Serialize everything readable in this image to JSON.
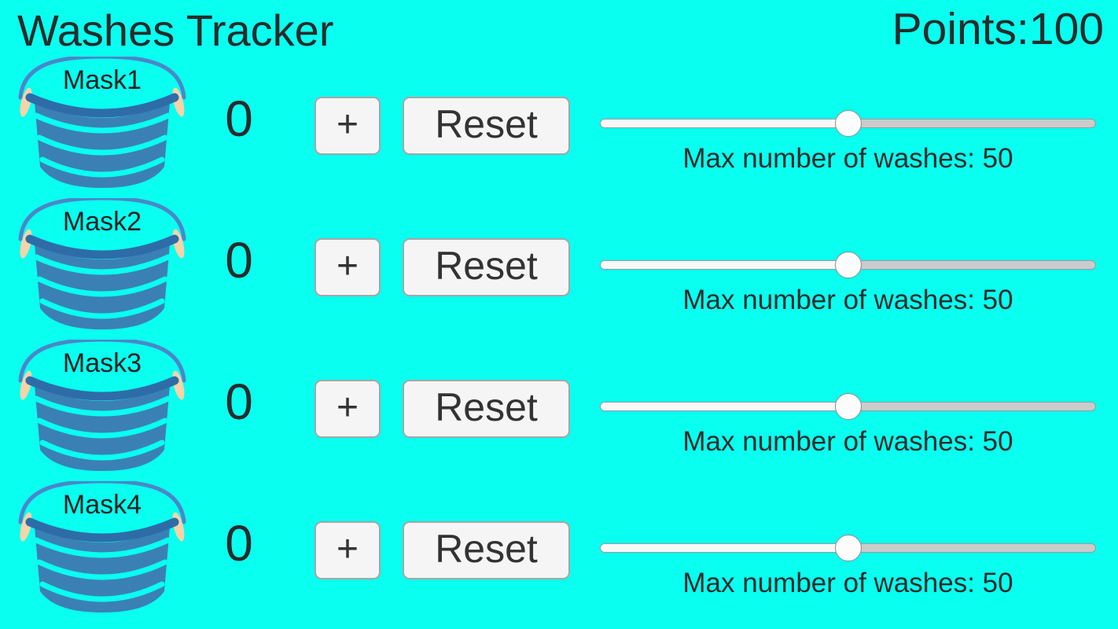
{
  "app": {
    "title": "Washes Tracker",
    "points_label": "Points:",
    "points_value": "100"
  },
  "colors": {
    "background": "#09FFF0",
    "text": "#2B2B2B",
    "mask_body": "#3B80B5",
    "mask_band": "#2E6CA8",
    "mask_strap": "#4A87C9",
    "mask_ear": "#F6D3A9",
    "button_bg": "#F5F5F5",
    "button_border": "#A6A6A6",
    "slider_fill": "#F8F8F8",
    "slider_track": "#CBCBCB",
    "slider_thumb": "#FCFCFC"
  },
  "layout": {
    "row_top_start": 70,
    "row_pitch": 180
  },
  "masks": [
    {
      "label": "Mask1",
      "count": "0",
      "plus_label": "+",
      "reset_label": "Reset",
      "max_text": "Max number of washes: 50",
      "slider_percent": 50
    },
    {
      "label": "Mask2",
      "count": "0",
      "plus_label": "+",
      "reset_label": "Reset",
      "max_text": "Max number of washes: 50",
      "slider_percent": 50
    },
    {
      "label": "Mask3",
      "count": "0",
      "plus_label": "+",
      "reset_label": "Reset",
      "max_text": "Max number of washes: 50",
      "slider_percent": 50
    },
    {
      "label": "Mask4",
      "count": "0",
      "plus_label": "+",
      "reset_label": "Reset",
      "max_text": "Max number of washes: 50",
      "slider_percent": 50
    }
  ]
}
